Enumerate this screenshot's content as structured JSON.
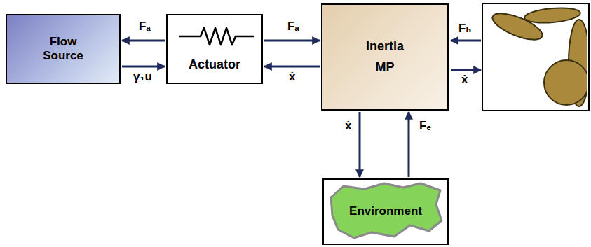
{
  "diagram": {
    "nodes": [
      {
        "text": [
          "Flow Source"
        ]
      },
      {
        "text": [
          "Actuator"
        ]
      },
      {
        "text": [
          "Inertia",
          "MP"
        ]
      },
      {
        "text": [
          "Environment"
        ]
      }
    ],
    "edges": [
      {
        "from": 1,
        "to": 0,
        "arrow": "to",
        "label": "Fₐ"
      },
      {
        "from": 0,
        "to": 1,
        "arrow": "to",
        "label": "γ₁u"
      },
      {
        "from": 1,
        "to": 2,
        "arrow": "to",
        "label": "Fₐ"
      },
      {
        "from": 2,
        "to": 1,
        "arrow": "to",
        "label": "ẋ"
      },
      {
        "from": 2,
        "to": 3,
        "arrow": "to",
        "label": "ẋ"
      },
      {
        "from": 3,
        "to": 2,
        "arrow": "to",
        "label": "Fₑ"
      }
    ],
    "labels": [
      "Fₕ",
      "ẋ"
    ]
  }
}
